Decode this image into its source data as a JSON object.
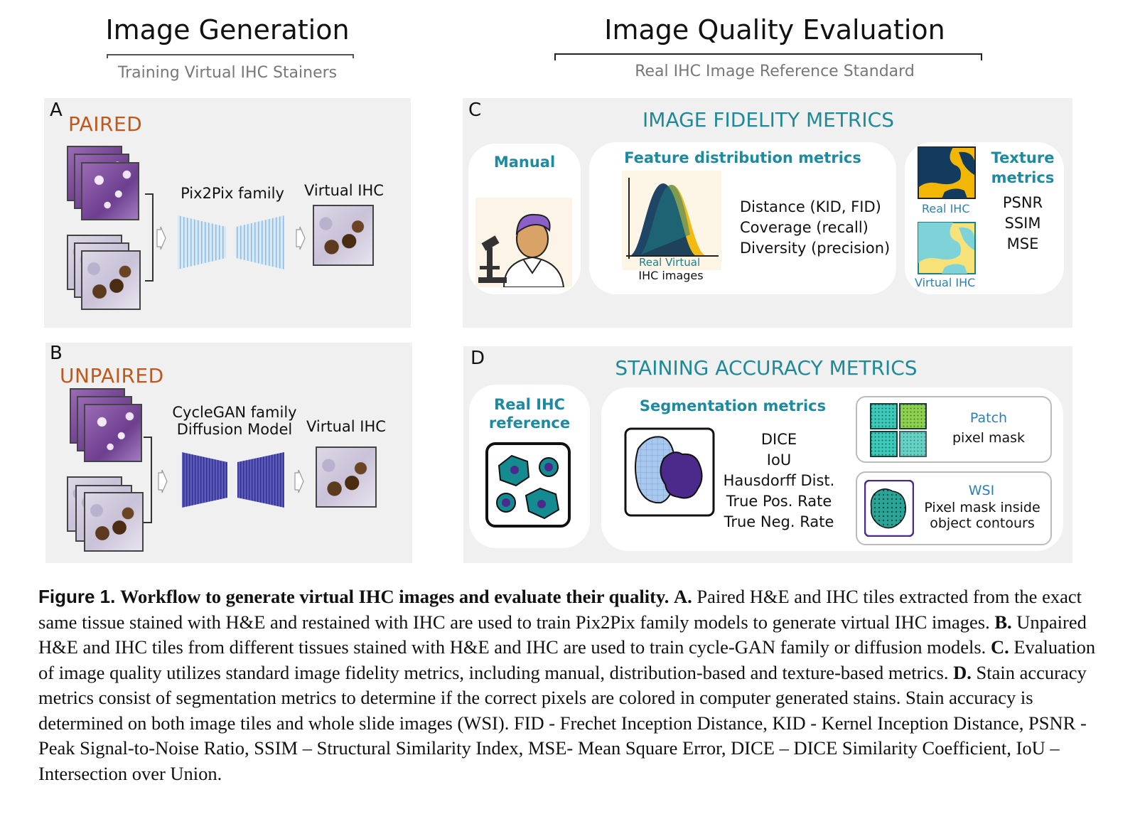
{
  "headers": {
    "left_title": "Image Generation",
    "left_subtitle": "Training Virtual IHC Stainers",
    "right_title": "Image Quality Evaluation",
    "right_subtitle": "Real IHC Image Reference Standard"
  },
  "panel_a": {
    "letter": "A",
    "title": "PAIRED",
    "model_label": "Pix2Pix family",
    "output_label": "Virtual IHC"
  },
  "panel_b": {
    "letter": "B",
    "title": "UNPAIRED",
    "model_label_1": "CycleGAN family",
    "model_label_2": "Diffusion Model",
    "output_label": "Virtual IHC"
  },
  "panel_c": {
    "letter": "C",
    "title": "IMAGE FIDELITY METRICS",
    "manual_title": "Manual",
    "feature_title": "Feature distribution metrics",
    "plot_legend_real": "Real",
    "plot_legend_virtual": "Virtual",
    "plot_caption": "IHC images",
    "feature_metrics": [
      "Distance (KID, FID)",
      "Coverage (recall)",
      "Diversity (precision)"
    ],
    "texture_title_1": "Texture",
    "texture_title_2": "metrics",
    "texture_metrics": [
      "PSNR",
      "SSIM",
      "MSE"
    ],
    "real_ihc_label": "Real IHC",
    "virtual_ihc_label": "Virtual IHC"
  },
  "panel_d": {
    "letter": "D",
    "title": "STAINING ACCURACY METRICS",
    "reference_title_1": "Real IHC",
    "reference_title_2": "reference",
    "segmentation_title": "Segmentation metrics",
    "segmentation_metrics": [
      "DICE",
      "IoU",
      "Hausdorff Dist.",
      "True Pos. Rate",
      "True Neg. Rate"
    ],
    "patch_title": "Patch",
    "patch_sub": "pixel mask",
    "wsi_title": "WSI",
    "wsi_sub_1": "Pixel mask inside",
    "wsi_sub_2": "object contours"
  },
  "caption": {
    "figure_label": "Figure 1.",
    "bold_title": "Workflow to generate virtual IHC images and evaluate their quality.",
    "a_label": "A.",
    "a_text": "Paired H&E and IHC tiles extracted from the exact same tissue stained with H&E and restained with IHC are used to train Pix2Pix family models to generate virtual IHC images.",
    "b_label": "B.",
    "b_text": "Unpaired H&E and IHC tiles from different tissues stained with H&E and IHC are used to train cycle-GAN family or diffusion models.",
    "c_label": "C.",
    "c_text": "Evaluation of image quality utilizes standard image fidelity metrics, including manual, distribution-based and texture-based metrics.",
    "d_label": "D.",
    "d_text": "Stain accuracy metrics consist of segmentation metrics to determine if the correct pixels are colored in computer generated stains. Stain accuracy is determined on both image tiles and whole slide images (WSI). FID - Frechet Inception Distance, KID - Kernel Inception Distance, PSNR - Peak Signal-to-Noise Ratio, SSIM – Structural Similarity Index, MSE- Mean Square Error, DICE – DICE Similarity Coefficient, IoU – Intersection over Union."
  },
  "colors": {
    "orange": "#c0581b",
    "teal": "#1f8a97",
    "light_blue_net": "#bcd9ef",
    "dark_blue_net": "#4a4aa8",
    "purple": "#4b2a8c"
  }
}
